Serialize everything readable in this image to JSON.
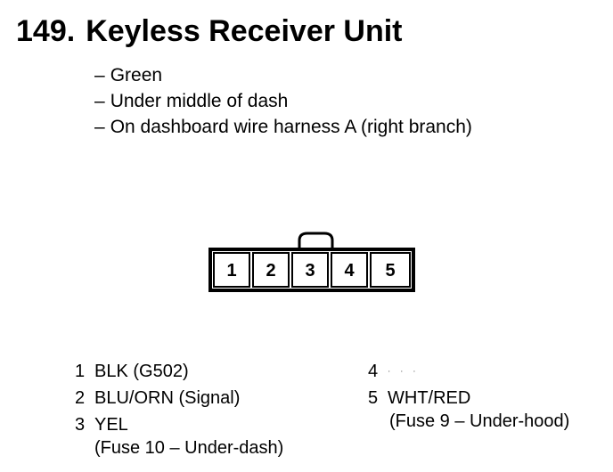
{
  "title": {
    "number": "149.",
    "text": "Keyless Receiver Unit"
  },
  "notes": [
    {
      "dash": "–",
      "text": "Green"
    },
    {
      "dash": "–",
      "text": "Under middle of dash"
    },
    {
      "dash": "–",
      "text": "On dashboard wire harness A (right branch)"
    }
  ],
  "connector": {
    "cells": [
      "1",
      "2",
      "3",
      "4",
      "5"
    ]
  },
  "pins": {
    "p1": {
      "num": "1",
      "desc": "BLK (G502)"
    },
    "p2": {
      "num": "2",
      "desc": "BLU/ORN (Signal)"
    },
    "p3": {
      "num": "3",
      "desc": "YEL",
      "sub": "(Fuse 10 – Under-dash)"
    },
    "p4": {
      "num": "4",
      "desc": "· · ·"
    },
    "p5": {
      "num": "5",
      "desc": "WHT/RED",
      "sub": "(Fuse 9 – Under-hood)"
    }
  }
}
